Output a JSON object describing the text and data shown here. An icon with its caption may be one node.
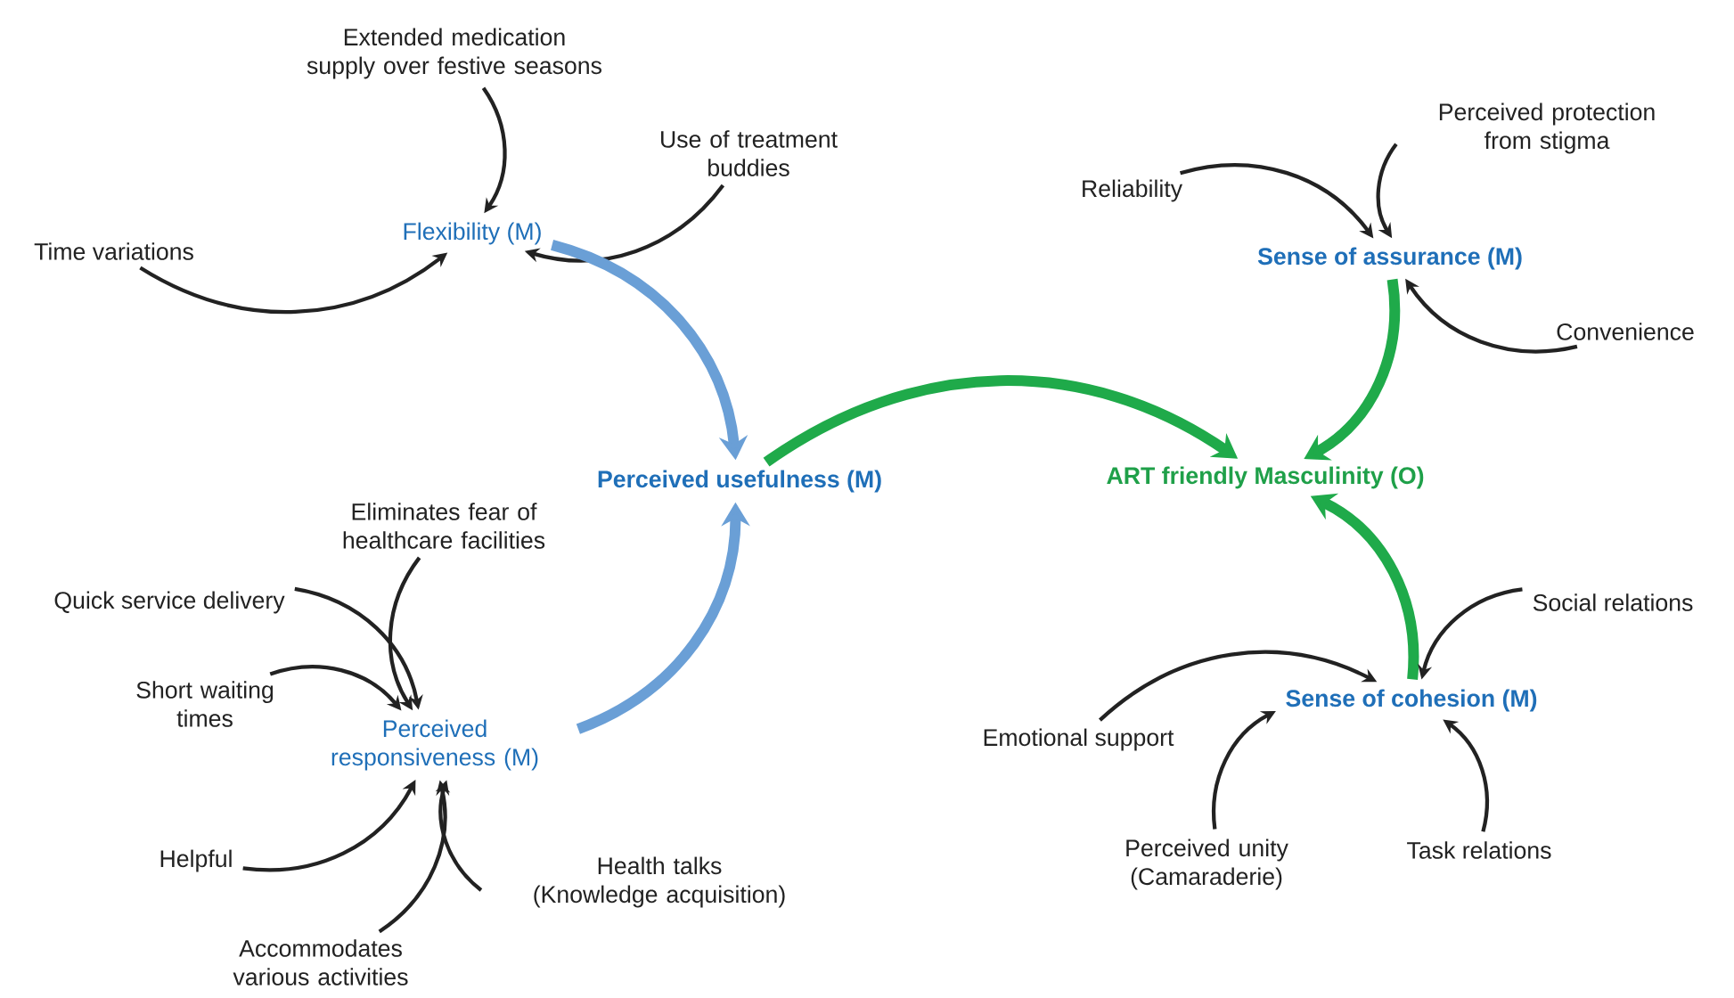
{
  "diagram": {
    "nodes": [
      {
        "text": [
          "Flexibility (M)"
        ]
      },
      {
        "text": [
          "Extended medication supply over festive seasons"
        ]
      },
      {
        "text": [
          "Use of treatment buddies"
        ]
      },
      {
        "text": [
          "Time variations"
        ]
      },
      {
        "text": [
          "Perceived usefulness (M)"
        ]
      },
      {
        "text": [
          "ART friendly Masculinity (O)"
        ]
      },
      {
        "text": [
          "Sense of assurance (M)"
        ]
      },
      {
        "text": [
          "Reliability"
        ]
      },
      {
        "text": [
          "Perceived protection from stigma"
        ]
      },
      {
        "text": [
          "Convenience"
        ]
      },
      {
        "text": [
          "Perceived responsiveness (M)"
        ]
      },
      {
        "text": [
          "Eliminates fear of healthcare facilities"
        ]
      },
      {
        "text": [
          "Quick service delivery"
        ]
      },
      {
        "text": [
          "Short waiting times"
        ]
      },
      {
        "text": [
          "Helpful"
        ]
      },
      {
        "text": [
          "Accommodates various activities"
        ]
      },
      {
        "text": [
          "Health talks (Knowledge acquisition)"
        ]
      },
      {
        "text": [
          "Sense of cohesion (M)"
        ]
      },
      {
        "text": [
          "Social relations"
        ]
      },
      {
        "text": [
          "Emotional support"
        ]
      },
      {
        "text": [
          "Perceived unity (Camaraderie)"
        ]
      },
      {
        "text": [
          "Task relations"
        ]
      }
    ],
    "edges": [
      {
        "from": 1,
        "to": 0,
        "arrow": "to"
      },
      {
        "from": 2,
        "to": 0,
        "arrow": "to"
      },
      {
        "from": 3,
        "to": 0,
        "arrow": "to"
      },
      {
        "from": 0,
        "to": 4,
        "arrow": "to",
        "style": "thick",
        "color": "#6a9fd6"
      },
      {
        "from": 7,
        "to": 6,
        "arrow": "to"
      },
      {
        "from": 8,
        "to": 6,
        "arrow": "to"
      },
      {
        "from": 9,
        "to": 6,
        "arrow": "to"
      },
      {
        "from": 6,
        "to": 5,
        "arrow": "to",
        "style": "thick",
        "color": "#1faa4a"
      },
      {
        "from": 4,
        "to": 5,
        "arrow": "to",
        "style": "thick",
        "color": "#1faa4a"
      },
      {
        "from": 17,
        "to": 5,
        "arrow": "to",
        "style": "thick",
        "color": "#1faa4a"
      },
      {
        "from": 10,
        "to": 4,
        "arrow": "to",
        "style": "thick",
        "color": "#6a9fd6"
      },
      {
        "from": 11,
        "to": 10,
        "arrow": "to"
      },
      {
        "from": 12,
        "to": 10,
        "arrow": "to"
      },
      {
        "from": 13,
        "to": 10,
        "arrow": "to"
      },
      {
        "from": 14,
        "to": 10,
        "arrow": "to"
      },
      {
        "from": 15,
        "to": 10,
        "arrow": "to"
      },
      {
        "from": 16,
        "to": 10,
        "arrow": "to"
      },
      {
        "from": 18,
        "to": 17,
        "arrow": "to"
      },
      {
        "from": 19,
        "to": 17,
        "arrow": "to"
      },
      {
        "from": 20,
        "to": 17,
        "arrow": "to"
      },
      {
        "from": 21,
        "to": 17,
        "arrow": "to"
      }
    ]
  }
}
